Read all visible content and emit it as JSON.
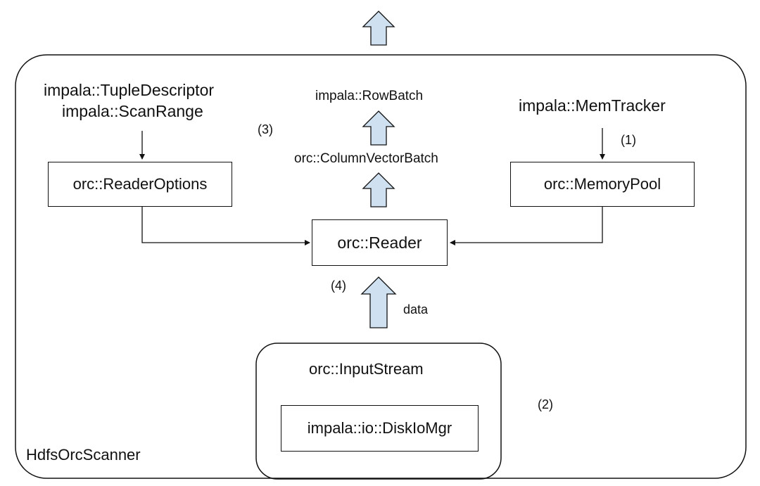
{
  "container": {
    "name": "HdfsOrcScanner"
  },
  "inputs": {
    "tuple_descriptor": "impala::TupleDescriptor",
    "scan_range": "impala::ScanRange",
    "mem_tracker": "impala::MemTracker"
  },
  "components": {
    "reader_options": "orc::ReaderOptions",
    "memory_pool": "orc::MemoryPool",
    "reader": "orc::Reader",
    "input_stream": "orc::InputStream",
    "disk_io_mgr": "impala::io::DiskIoMgr"
  },
  "outputs": {
    "row_batch": "impala::RowBatch",
    "column_vector_batch": "orc::ColumnVectorBatch"
  },
  "annotations": {
    "step1": "(1)",
    "step2": "(2)",
    "step3": "(3)",
    "step4": "(4)",
    "data": "data"
  },
  "colors": {
    "arrow_fill": "#cfe0f0",
    "stroke": "#111111"
  }
}
